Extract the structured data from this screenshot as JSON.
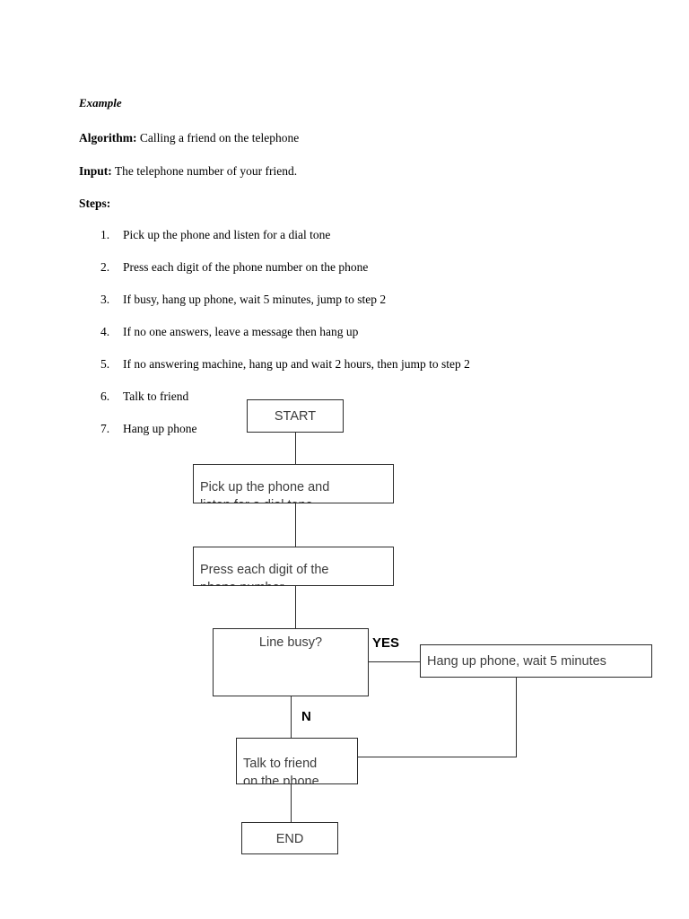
{
  "document": {
    "example_heading": "Example",
    "algorithm_label": "Algorithm:",
    "algorithm_text": " Calling a friend on the telephone",
    "input_label": "Input:",
    "input_text": " The telephone number of your friend.",
    "steps_label": "Steps:"
  },
  "steps": [
    {
      "num": "1.",
      "text": "Pick up the phone and listen for a dial tone"
    },
    {
      "num": "2.",
      "text": "Press each digit of the phone number on the phone"
    },
    {
      "num": "3.",
      "text": "If busy, hang up phone, wait 5 minutes, jump to step 2"
    },
    {
      "num": "4.",
      "text": "If no one answers, leave a message then hang up"
    },
    {
      "num": "5.",
      "text": "If no answering machine, hang up and wait 2 hours, then jump to step 2"
    },
    {
      "num": "6.",
      "text": "Talk to friend"
    },
    {
      "num": "7.",
      "text": "Hang up phone"
    }
  ],
  "flowchart": {
    "start_box": "START",
    "pick_up_box_line1": "Pick up the phone and",
    "pick_up_box_line2": "listen for a dial tone",
    "press_digit_box_line1": "Press each digit of the",
    "press_digit_box_line2": "phone number",
    "decision_box": "Line busy?",
    "yes_label": "YES",
    "no_label": "N",
    "hang_up_box": "Hang up phone, wait 5 minutes",
    "talk_box_line1": "Talk to friend",
    "talk_box_line2": "on the phone",
    "end_box": "END",
    "line_color": "#2b2b2b",
    "text_color": "#3c3c3c",
    "label_color": "#000000"
  }
}
